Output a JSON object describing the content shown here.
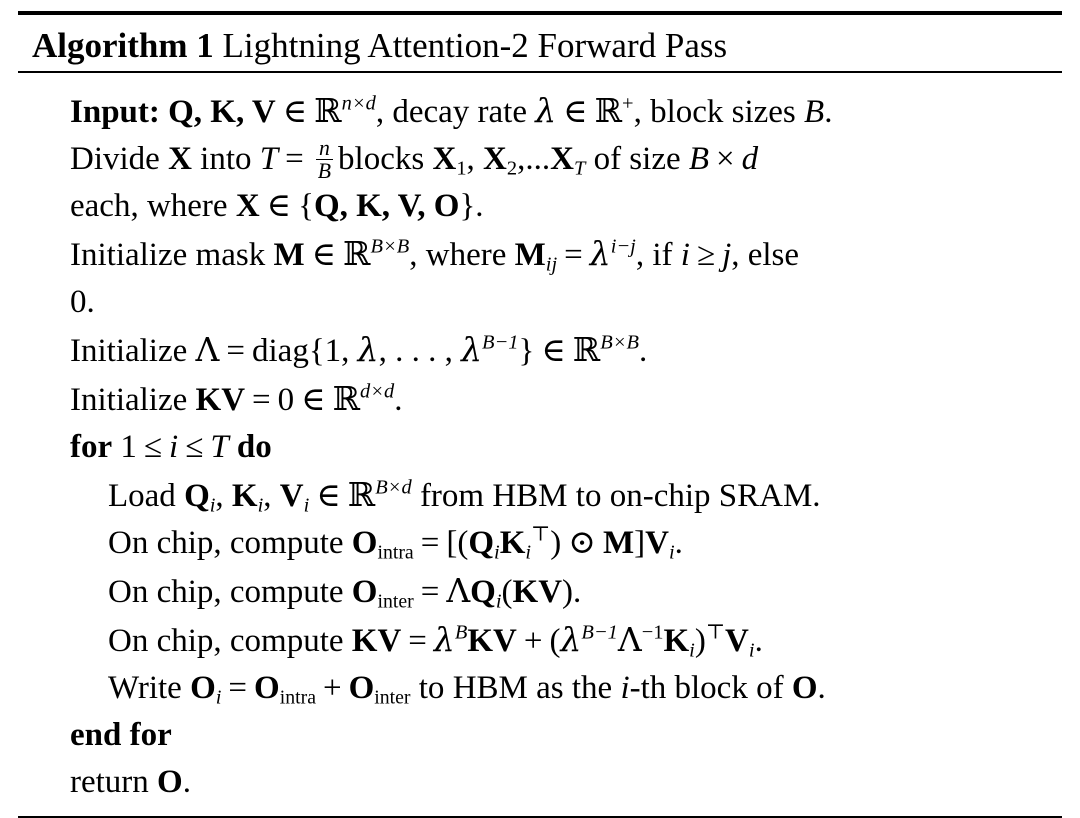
{
  "algorithm": {
    "label": "Algorithm 1",
    "title": "Lightning Attention-2 Forward Pass",
    "number": 1,
    "name": "Lightning Attention-2 Forward Pass",
    "lines": [
      {
        "id": "input",
        "indent": 0,
        "text": "Input: Q, K, V ∈ ℝ^{n×d}, decay rate λ ∈ ℝ^{+}, block sizes B.",
        "keyword": "Input:",
        "matrices": [
          "Q",
          "K",
          "V"
        ],
        "scalars": [
          "n",
          "d",
          "B"
        ],
        "greek": [
          "λ"
        ],
        "parts": {
          "keyword": "Input:",
          "matrices_list": "Q, K, V",
          "membership": "∈",
          "space_dims": "n×d",
          "decay_label": "decay rate",
          "decay_symbol": "λ",
          "decay_space": "+",
          "block_label": "block sizes",
          "block_symbol": "B",
          "period": "."
        }
      },
      {
        "id": "divide",
        "indent": 0,
        "text": "Divide X into T = n/B blocks X₁, X₂, ...X_T of size B × d each, where X ∈ {Q, K, V, O}.",
        "parts": {
          "divide_word": "Divide",
          "x_matrix": "X",
          "into_word": "into",
          "t_symbol": "T",
          "equals": "=",
          "frac_num": "n",
          "frac_den": "B",
          "blocks_word": "blocks",
          "block_1": "1",
          "block_2": "2",
          "ellipsis": ",...",
          "block_T": "T",
          "of_size": "of size",
          "size_b": "B",
          "times": "×",
          "size_d": "d",
          "each_word": "each, where",
          "membership": "∈",
          "set_open": "{",
          "set_items": "Q, K, V, O",
          "set_close": "}",
          "period": "."
        }
      },
      {
        "id": "init-mask",
        "indent": 0,
        "text": "Initialize mask M ∈ ℝ^{B×B}, where M_{ij} = λ^{i−j}, if i ≥ j, else 0.",
        "parts": {
          "initialize_word": "Initialize",
          "mask_word": "mask",
          "m_matrix": "M",
          "membership": "∈",
          "space_dims": "B×B",
          "where_word": ", where",
          "m_sub": "ij",
          "equals": "=",
          "lambda": "λ",
          "lambda_exp": "i−j",
          "if_word": ", if",
          "cond_i": "i",
          "geq": "≥",
          "cond_j": "j",
          "else_word": ", else",
          "zero": "0."
        }
      },
      {
        "id": "init-lambda",
        "indent": 0,
        "text": "Initialize Λ = diag{1, λ, . . . , λ^{B−1}} ∈ ℝ^{B×B}.",
        "parts": {
          "initialize_word": "Initialize",
          "big_lambda": "Λ",
          "equals": "=",
          "diag_word": "diag",
          "set_open": "{",
          "one": "1,",
          "lambda": "λ",
          "dots": ", . . . ,",
          "lambda_last": "λ",
          "lambda_last_exp": "B−1",
          "set_close": "}",
          "membership": "∈",
          "space_dims": "B×B",
          "period": "."
        }
      },
      {
        "id": "init-kv",
        "indent": 0,
        "text": "Initialize KV = 0 ∈ ℝ^{d×d}.",
        "parts": {
          "initialize_word": "Initialize",
          "kv_matrix": "KV",
          "equals": "=",
          "zero": "0",
          "membership": "∈",
          "space_dims": "d×d",
          "period": "."
        }
      },
      {
        "id": "for-loop",
        "indent": 0,
        "text": "for 1 ≤ i ≤ T do",
        "parts": {
          "for_kw": "for",
          "lower": "1",
          "leq1": "≤",
          "index": "i",
          "leq2": "≤",
          "upper": "T",
          "do_kw": "do"
        }
      },
      {
        "id": "load",
        "indent": 1,
        "text": "Load Q_i, K_i, V_i ∈ ℝ^{B×d} from HBM to on-chip SRAM.",
        "parts": {
          "load_word": "Load",
          "q_matrix": "Q",
          "k_matrix": "K",
          "v_matrix": "V",
          "sub_i": "i",
          "membership": "∈",
          "space_dims": "B×d",
          "from_word": "from",
          "source": "HBM",
          "to_word": "to",
          "dest": "on-chip SRAM",
          "period": "."
        }
      },
      {
        "id": "compute-intra",
        "indent": 1,
        "text": "On chip, compute O_intra = [(Q_i K_i^T) ⊙ M]V_i.",
        "parts": {
          "prefix": "On chip, compute",
          "o_matrix": "O",
          "o_sub": "intra",
          "equals": "=",
          "bracket_open": "[",
          "paren_open": "(",
          "q_matrix": "Q",
          "sub_i": "i",
          "k_matrix": "K",
          "transpose": "⊤",
          "paren_close": ")",
          "hadamard": "⊙",
          "m_matrix": "M",
          "bracket_close": "]",
          "v_matrix": "V",
          "period": "."
        }
      },
      {
        "id": "compute-inter",
        "indent": 1,
        "text": "On chip, compute O_inter = ΛQ_i(KV).",
        "parts": {
          "prefix": "On chip, compute",
          "o_matrix": "O",
          "o_sub": "inter",
          "equals": "=",
          "big_lambda": "Λ",
          "q_matrix": "Q",
          "sub_i": "i",
          "paren_open": "(",
          "kv_matrix": "KV",
          "paren_close": ")",
          "period": "."
        }
      },
      {
        "id": "compute-kv",
        "indent": 1,
        "text": "On chip, compute KV = λ^B KV + (λ^{B−1} Λ^{−1} K_i)^T V_i.",
        "parts": {
          "prefix": "On chip, compute",
          "kv_matrix": "KV",
          "equals": "=",
          "lambda": "λ",
          "lambda_exp": "B",
          "kv_matrix2": "KV",
          "plus": "+",
          "paren_open": "(",
          "lambda2": "λ",
          "lambda2_exp": "B−1",
          "big_lambda": "Λ",
          "big_lambda_exp": "−1",
          "k_matrix": "K",
          "sub_i": "i",
          "paren_close": ")",
          "transpose": "⊤",
          "v_matrix": "V",
          "period": "."
        }
      },
      {
        "id": "write",
        "indent": 1,
        "text": "Write O_i = O_intra + O_inter to HBM as the i-th block of O.",
        "parts": {
          "write_word": "Write",
          "o_matrix": "O",
          "sub_i": "i",
          "equals": "=",
          "o_intra": "O",
          "intra_sub": "intra",
          "plus": "+",
          "o_inter": "O",
          "inter_sub": "inter",
          "to_word": "to",
          "dest": "HBM",
          "as_word": "as the",
          "ith": "i",
          "th_suffix": "-th block of",
          "o_final": "O",
          "period": "."
        }
      },
      {
        "id": "end-for",
        "indent": 0,
        "text": "end for",
        "parts": {
          "end_kw": "end for"
        }
      },
      {
        "id": "return",
        "indent": 0,
        "text": "return O.",
        "parts": {
          "return_kw": "return",
          "o_matrix": "O",
          "period": "."
        }
      }
    ]
  }
}
